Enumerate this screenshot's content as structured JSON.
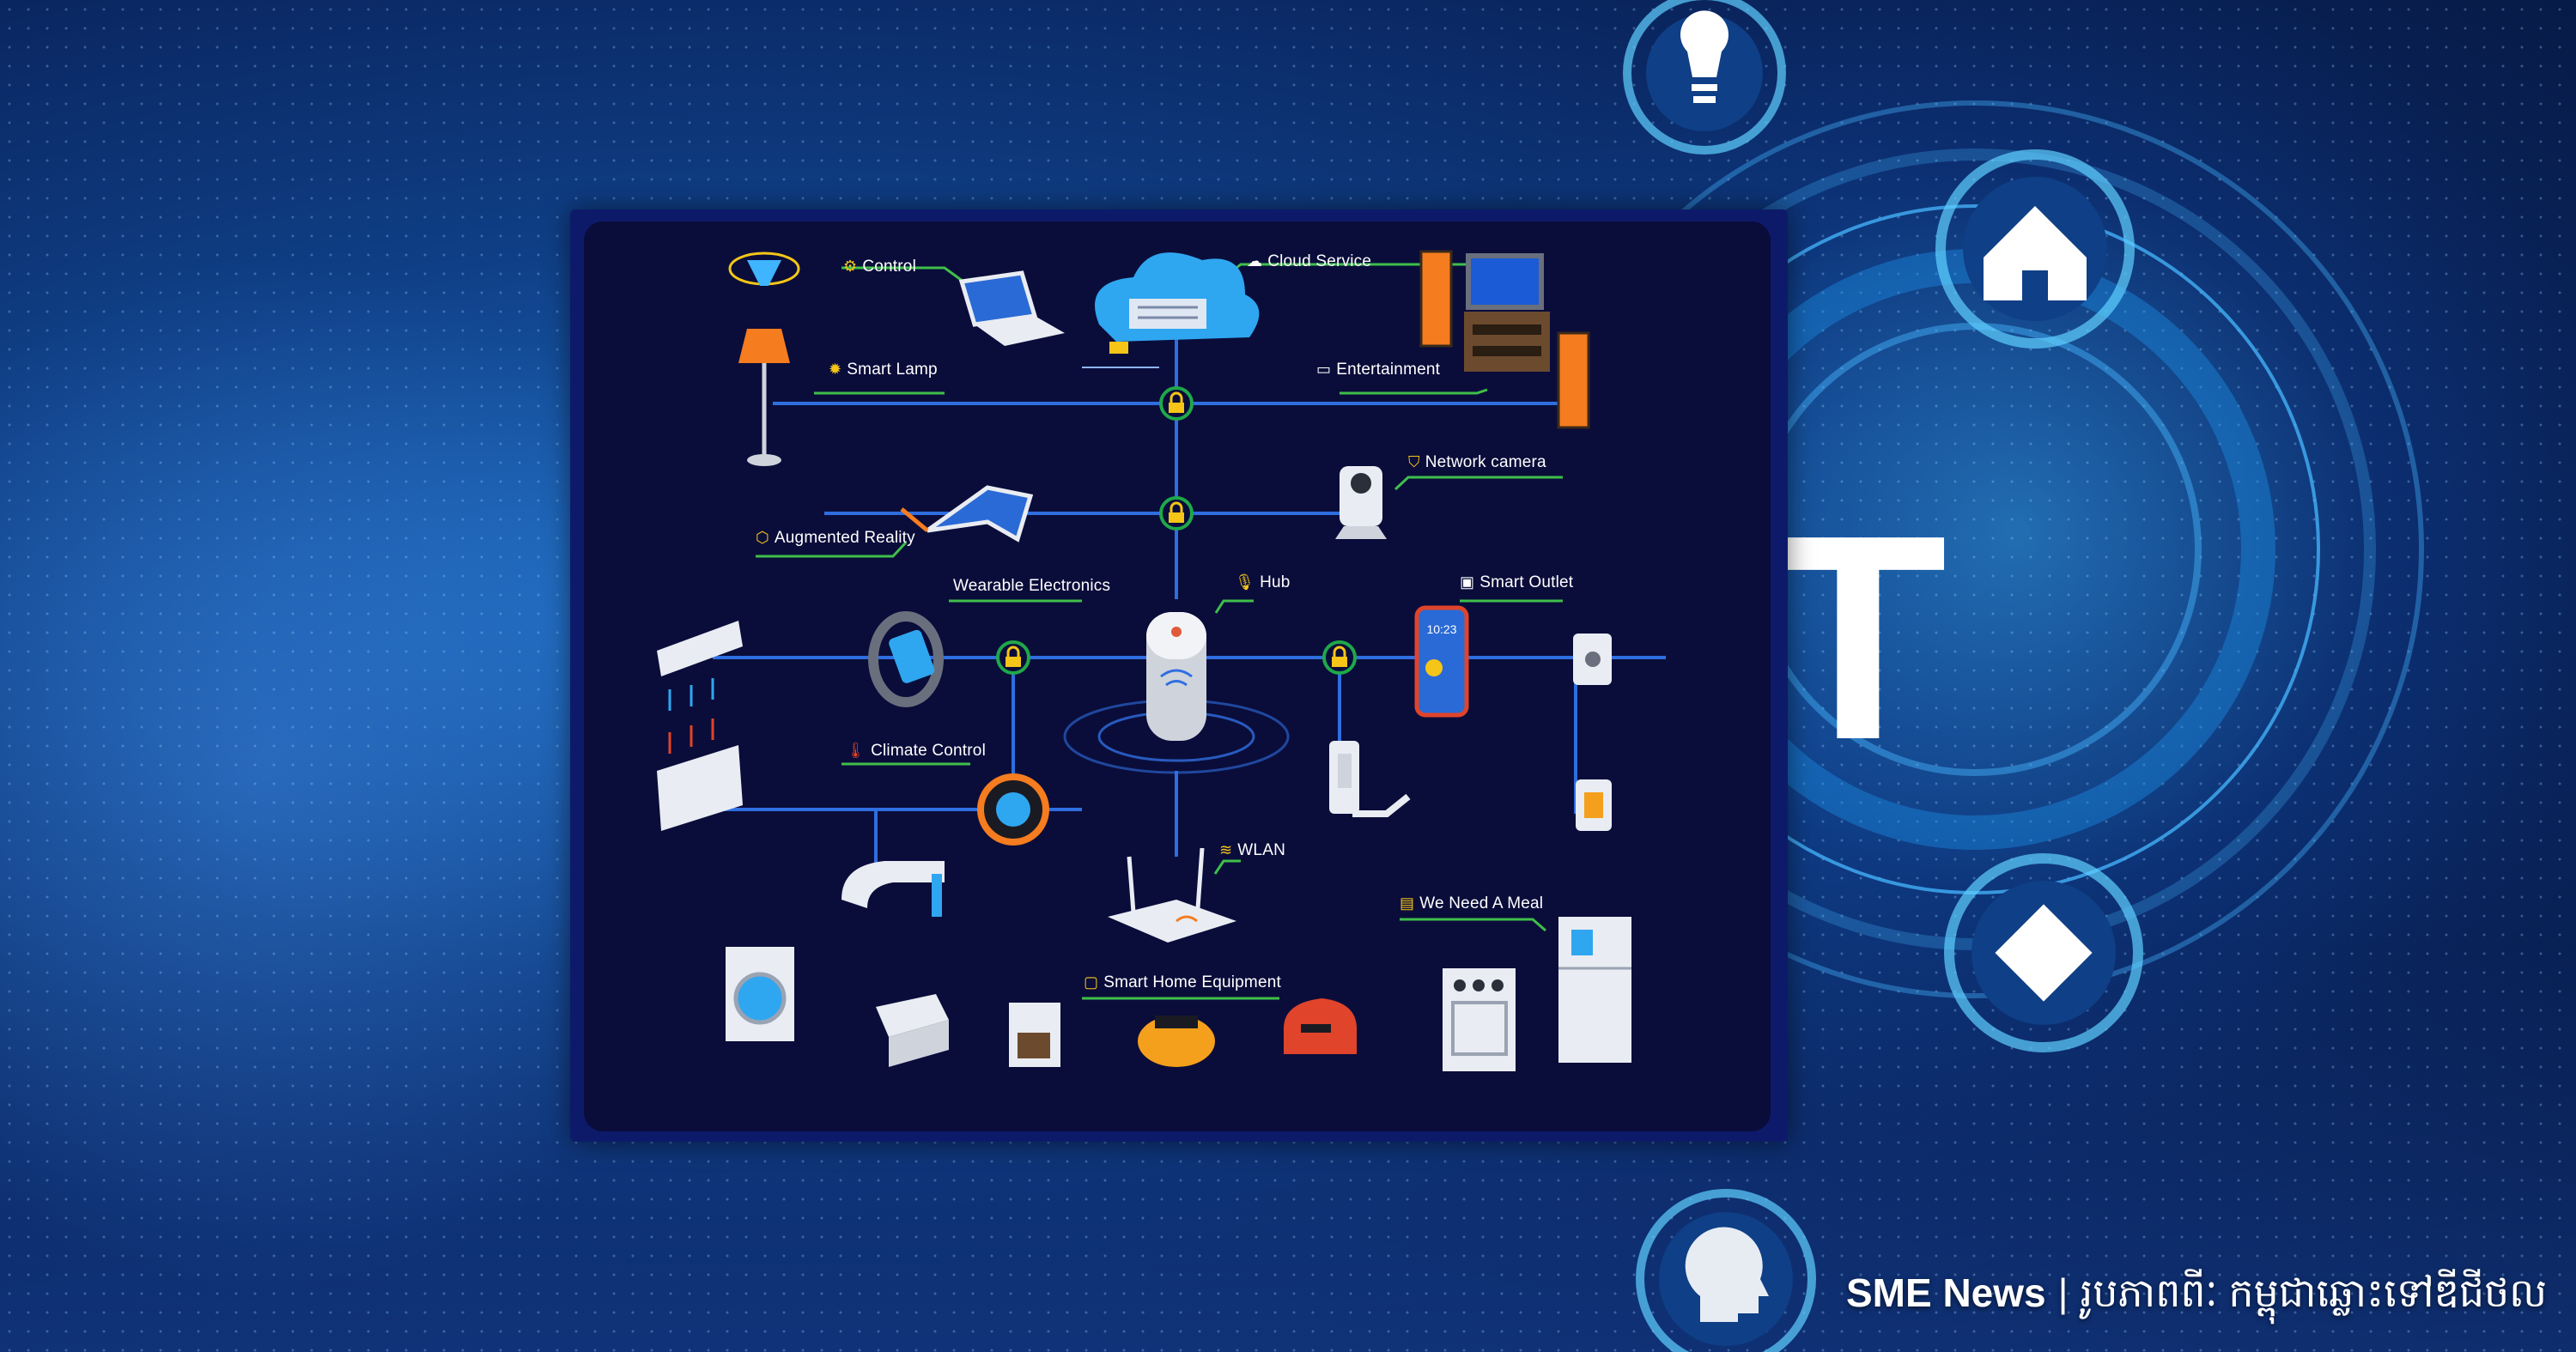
{
  "diagram": {
    "labels": {
      "control": "Control",
      "cloud_service": "Cloud Service",
      "smart_lamp": "Smart Lamp",
      "entertainment": "Entertainment",
      "network_camera": "Network camera",
      "augmented_reality": "Augmented Reality",
      "wearable_electronics": "Wearable Electronics",
      "hub": "Hub",
      "smart_outlet": "Smart Outlet",
      "climate_control": "Climate Control",
      "wlan": "WLAN",
      "we_need_a_meal": "We Need A Meal",
      "smart_home_equipment": "Smart Home Equipment"
    },
    "phone_time": "10:23"
  },
  "hud": {
    "letters": "T"
  },
  "caption": {
    "brand": "SME News",
    "separator": "|",
    "credit": "រូបភាពពីៈ កម្ពុជាឆ្លោះទៅឌីជីថល"
  },
  "colors": {
    "panel_bg": "#0a0d3a",
    "panel_border": "#0d1a6a",
    "line": "#2f6ee0",
    "accent_green": "#3fbf4a",
    "lock_ring": "#1fa84a"
  }
}
